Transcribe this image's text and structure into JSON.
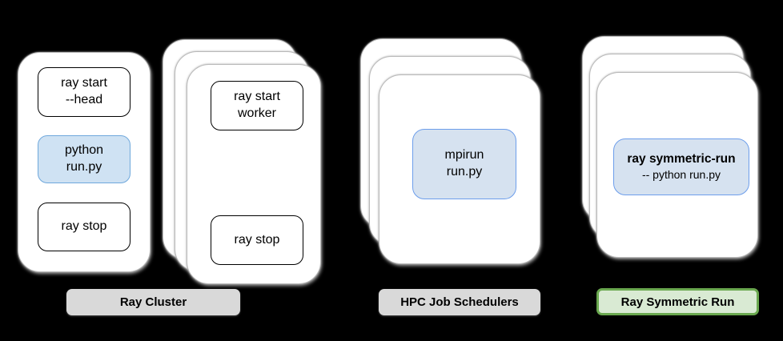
{
  "diagram": {
    "title_semantic": "Ray cluster startup vs HPC job schedulers vs Ray symmetric run",
    "ray_cluster": {
      "head_card": {
        "ray_start_head": {
          "line1": "ray start",
          "line2": "--head"
        },
        "python_run": {
          "line1": "python",
          "line2": "run.py"
        },
        "ray_stop": "ray stop"
      },
      "worker_card": {
        "ray_start_worker": {
          "line1": "ray start",
          "line2": "worker"
        },
        "ray_stop": "ray stop"
      },
      "label": "Ray Cluster"
    },
    "hpc": {
      "mpirun": {
        "line1": "mpirun",
        "line2": "run.py"
      },
      "label": "HPC Job Schedulers"
    },
    "symmetric": {
      "command": {
        "line1": "ray symmetric-run",
        "line2": "-- python run.py"
      },
      "label": "Ray Symmetric Run"
    }
  },
  "colors": {
    "background": "#000000",
    "card_fill": "#ffffff",
    "card_border": "#b9b9b9",
    "command_border": "#000000",
    "blue_box_fill": "#cfe2f3",
    "blue_box_border": "#6fa8dc",
    "gray_label_fill": "#d9d9d9",
    "green_label_fill": "#d9ead3",
    "green_label_border": "#6aa84f",
    "text": "#000000"
  }
}
